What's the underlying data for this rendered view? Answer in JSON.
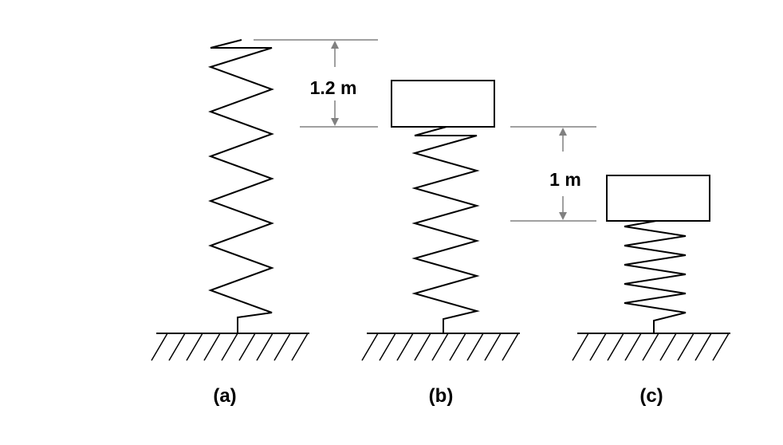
{
  "figure": {
    "panels": [
      {
        "id": "a",
        "label": "(a)",
        "has_mass": false
      },
      {
        "id": "b",
        "label": "(b)",
        "has_mass": true
      },
      {
        "id": "c",
        "label": "(c)",
        "has_mass": true
      }
    ],
    "dimensions": [
      {
        "label": "1.2 m",
        "between": "a-b"
      },
      {
        "label": "1 m",
        "between": "b-c"
      }
    ],
    "colors": {
      "line": "#000000",
      "dimension": "#808080",
      "background": "#ffffff"
    }
  }
}
